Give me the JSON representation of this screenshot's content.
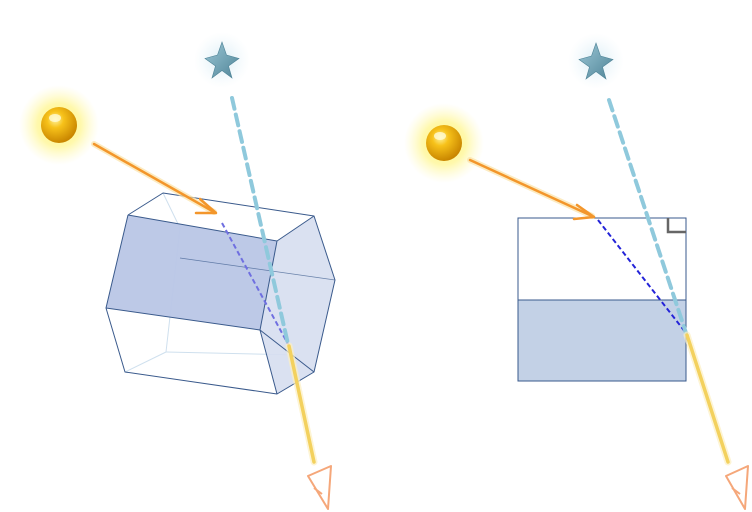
{
  "colors": {
    "sun_core": "#f2b100",
    "sun_glow": "#ffef3a",
    "star": "#6f9fb3",
    "star_glow": "#d7ecf5",
    "incident_ray": "#f3962b",
    "refracted_ray": "#f3d15e",
    "internal_ray": "#2323d8",
    "internal_ray_light": "#6f6fe0",
    "star_ray": "#8fc9dc",
    "crystal_face": "#b9c6e6",
    "crystal_face_light": "#d6deef",
    "crystal_edge": "#3a5a8c",
    "observer": "#f5a77a",
    "water": "#c3d1e6",
    "right_angle_marker": "#666666"
  },
  "icons": {
    "sun": "sun-icon",
    "star": "star-icon",
    "observer": "eye-icon"
  },
  "panels": [
    {
      "name": "hexagonal-crystal-panel",
      "shape": "hexagonal-prism"
    },
    {
      "name": "water-tank-panel",
      "shape": "rectangular-tank"
    }
  ]
}
